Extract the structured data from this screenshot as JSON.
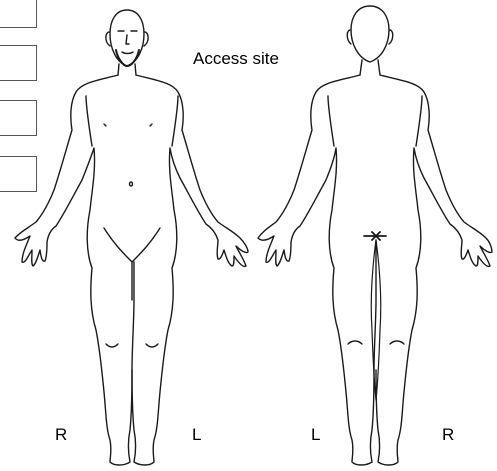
{
  "title": "Access site",
  "front_view": {
    "right_label": "R",
    "left_label": "L"
  },
  "back_view": {
    "left_label": "L",
    "right_label": "R"
  },
  "colors": {
    "ink": "#1a1a1a",
    "box_border": "#555555"
  }
}
